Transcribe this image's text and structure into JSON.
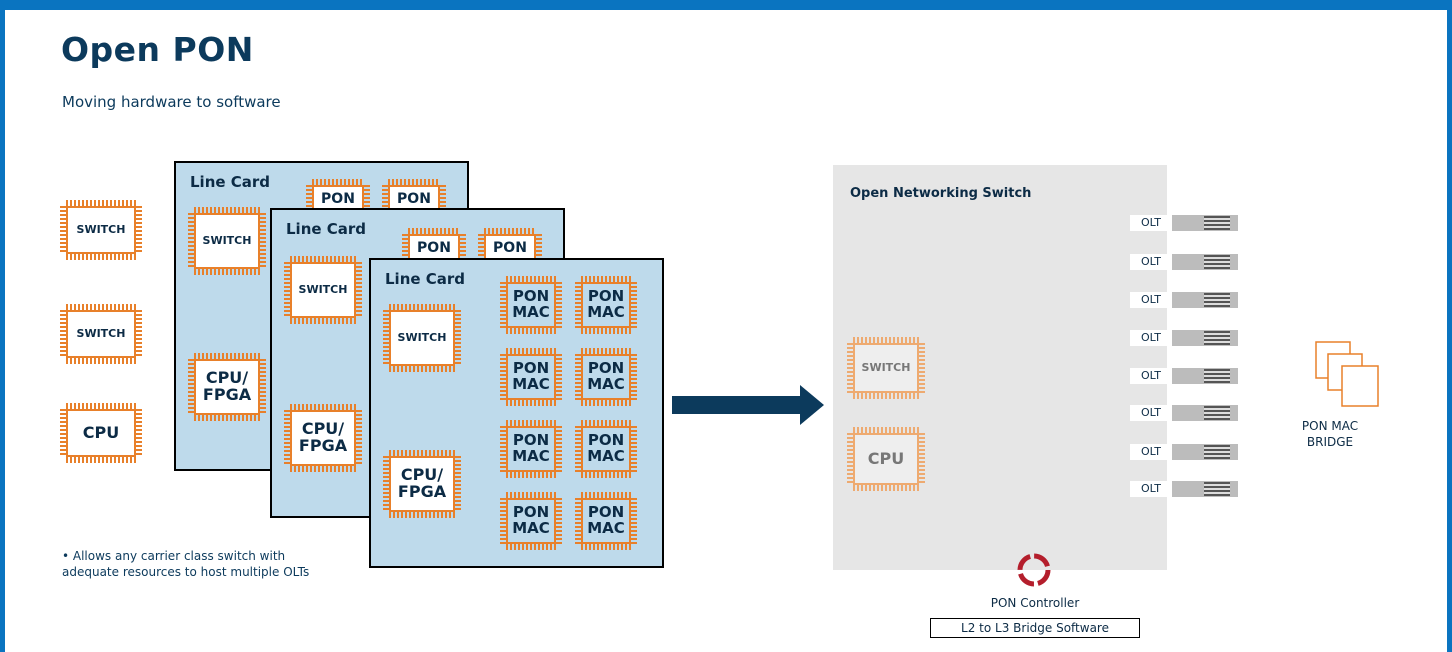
{
  "header": {
    "title": "Open PON",
    "subtitle": "Moving hardware to software"
  },
  "colors": {
    "frame": "#0a74c0",
    "chip_outline": "#e8802a",
    "card_fill": "#bedaeb",
    "arrow": "#0c3a5c",
    "controller_ring": "#b41e2c",
    "switch_panel": "#e6e6e6"
  },
  "left_components": [
    "SWITCH",
    "SWITCH",
    "CPU"
  ],
  "line_cards": [
    {
      "label": "Line Card",
      "chips": {
        "switch": "SWITCH",
        "cpu": "CPU/\nFPGA",
        "pon_top": [
          "PON",
          "PON"
        ]
      }
    },
    {
      "label": "Line Card",
      "chips": {
        "switch": "SWITCH",
        "cpu": "CPU/\nFPGA",
        "pon_top": [
          "PON",
          "PON"
        ]
      }
    },
    {
      "label": "Line Card",
      "chips": {
        "switch": "SWITCH",
        "cpu": "CPU/\nFPGA",
        "pon_mac": [
          "PON\nMAC",
          "PON\nMAC",
          "PON\nMAC",
          "PON\nMAC",
          "PON\nMAC",
          "PON\nMAC",
          "PON\nMAC",
          "PON\nMAC"
        ]
      }
    }
  ],
  "note": "• Allows any carrier class switch with adequate resources to host multiple OLTs",
  "open_switch": {
    "title": "Open Networking Switch",
    "switch_chip": "SWITCH",
    "cpu_chip": "CPU",
    "olts": [
      "OLT",
      "OLT",
      "OLT",
      "OLT",
      "OLT",
      "OLT",
      "OLT",
      "OLT"
    ]
  },
  "bridge": {
    "label": "PON MAC BRIDGE",
    "icon": "stacked-squares-icon"
  },
  "controller": {
    "label": "PON Controller",
    "software": "L2 to L3 Bridge Software",
    "icon": "controller-ring-icon"
  }
}
